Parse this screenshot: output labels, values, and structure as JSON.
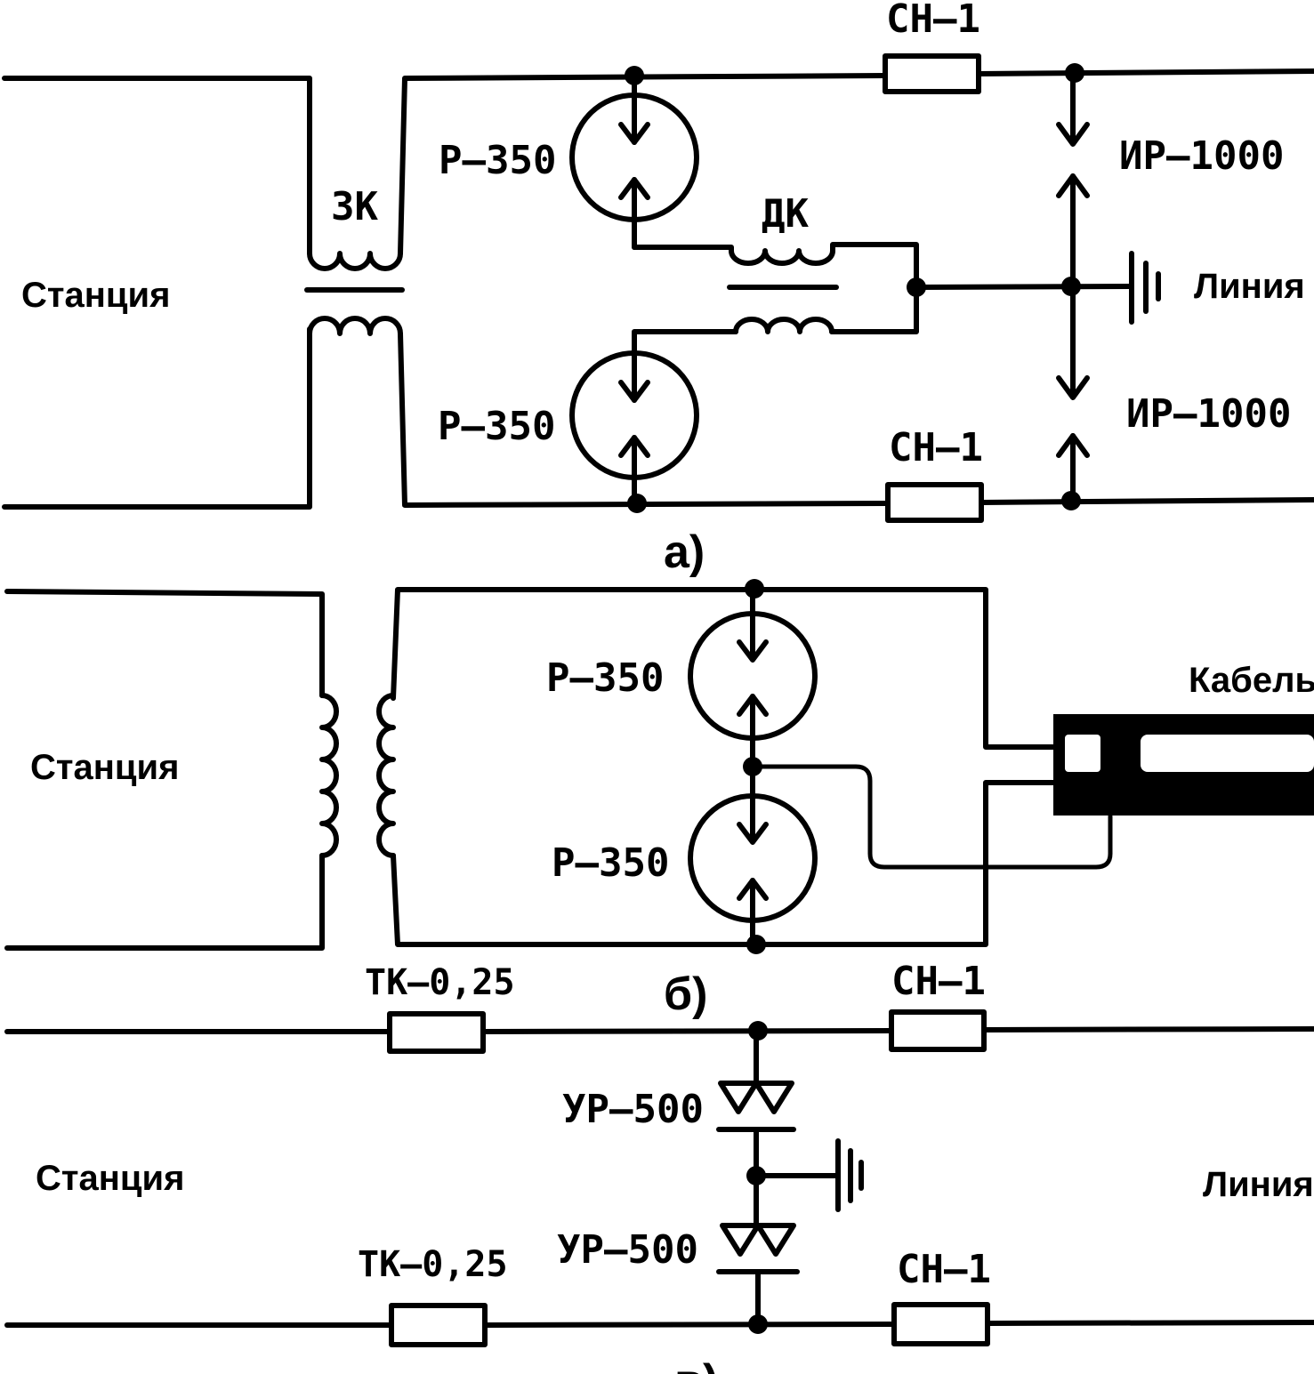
{
  "panel_a": {
    "station": "Станция",
    "line": "Линия",
    "transformer": "ЗК",
    "choke": "ДК",
    "arrester_top": "Р–350",
    "arrester_bottom": "Р–350",
    "fuse_top": "СН–1",
    "fuse_bottom": "СН–1",
    "gap_top": "ИР–1000",
    "gap_bottom": "ИР–1000",
    "caption": "а)"
  },
  "panel_b": {
    "station": "Станция",
    "cable": "Кабель",
    "arrester_top": "Р–350",
    "arrester_bottom": "Р–350",
    "caption": "б)"
  },
  "panel_v": {
    "station": "Станция",
    "line": "Линия",
    "coil_top": "ТК–0,25",
    "coil_bottom": "ТК–0,25",
    "fuse_top": "СН–1",
    "fuse_bottom": "СН–1",
    "arrester_top": "УР–500",
    "arrester_bottom": "УР–500",
    "caption": "в)"
  }
}
